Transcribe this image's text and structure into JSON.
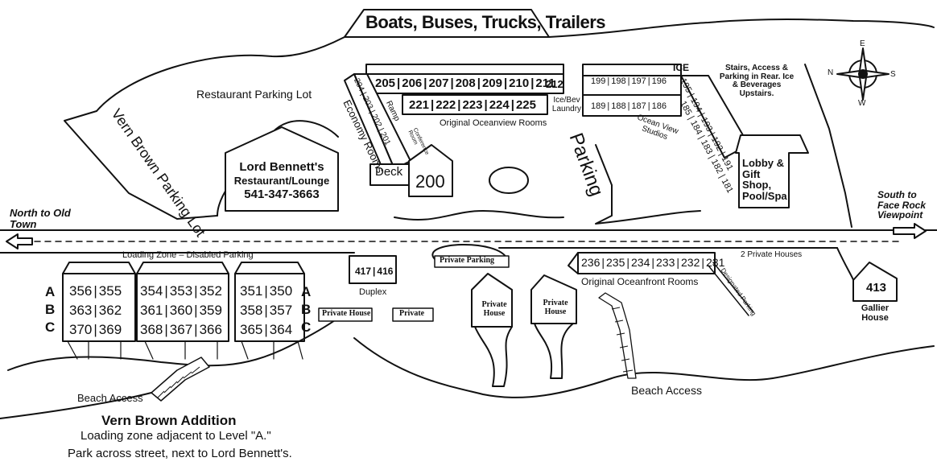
{
  "banner": "Boats, Buses, Trucks, Trailers",
  "lots": {
    "restaurant_parking": "Restaurant Parking Lot",
    "vern_brown_parking": "Vern Brown Parking Lot",
    "parking": "Parking"
  },
  "restaurant": {
    "name": "Lord Bennett's",
    "type": "Restaurant/Lounge",
    "phone": "541-347-3663"
  },
  "directions": {
    "north": "North to Old Town",
    "south": "South to Face Rock Viewpoint"
  },
  "oceanview_rooms": {
    "top_row": [
      "205",
      "206",
      "207",
      "208",
      "209",
      "210",
      "211"
    ],
    "bottom_row": [
      "221",
      "222",
      "223",
      "224",
      "225"
    ],
    "room_212": "212",
    "ice_laundry": "Ice/Bev Laundry",
    "label": "Original Oceanview Rooms",
    "economy_numbers": [
      "204",
      "203",
      "202",
      "201"
    ],
    "economy_label": "Economy Rooms",
    "ramp": "Ramp",
    "conference": "Conference Room",
    "deck": "Deck",
    "room_200": "200"
  },
  "studios": {
    "top_row": [
      "199",
      "198",
      "197",
      "196"
    ],
    "bottom_row": [
      "189",
      "188",
      "187",
      "186"
    ],
    "ice": "ICE",
    "diag_top": [
      "195",
      "194",
      "193",
      "192",
      "191"
    ],
    "diag_bottom": [
      "185",
      "184",
      "183",
      "182",
      "181"
    ],
    "label": "Ocean View Studios"
  },
  "lobby": "Lobby & Gift Shop, Pool/Spa",
  "stairs_note": "Stairs, Access & Parking in Rear. Ice & Beverages Upstairs.",
  "compass": [
    "N",
    "E",
    "S",
    "W"
  ],
  "loading_zone": "Loading Zone – Disabled Parking",
  "vern_brown_units": {
    "levels": [
      "A",
      "B",
      "C"
    ],
    "left": [
      [
        "356",
        "355"
      ],
      [
        "363",
        "362"
      ],
      [
        "370",
        "369"
      ]
    ],
    "middle": [
      [
        "354",
        "353",
        "352"
      ],
      [
        "361",
        "360",
        "359"
      ],
      [
        "368",
        "367",
        "366"
      ]
    ],
    "right": [
      [
        "351",
        "350"
      ],
      [
        "358",
        "357"
      ],
      [
        "365",
        "364"
      ]
    ]
  },
  "duplex": {
    "units": [
      "417",
      "416"
    ],
    "label": "Duplex"
  },
  "private_parking": "Private Parking",
  "private_house_left": "Private House",
  "private_small": "Private",
  "private_house_1": "Private House",
  "private_house_2": "Private House",
  "oceanfront": {
    "rooms": [
      "236",
      "235",
      "234",
      "233",
      "232",
      "231"
    ],
    "label": "Original Oceanfront Rooms"
  },
  "two_private_houses": "2 Private Houses",
  "designated_parking": "Designated Parking",
  "gallier": {
    "number": "413",
    "label": "Gallier House"
  },
  "beach_access_left": "Beach Access",
  "beach_access_right": "Beach Access",
  "vern_brown_addition": {
    "title": "Vern Brown Addition",
    "line1": "Loading zone adjacent to Level \"A.\"",
    "line2": "Park across street, next to Lord Bennett's."
  }
}
